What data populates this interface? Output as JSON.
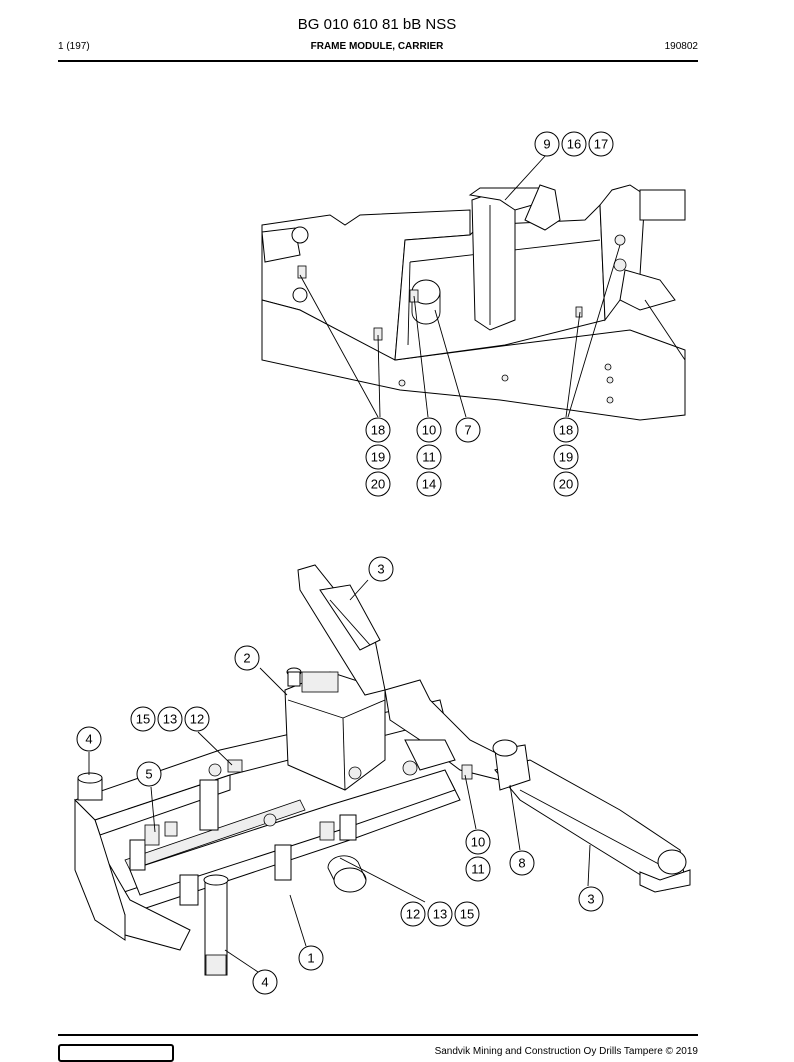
{
  "header": {
    "doc_code": "BG 010 610 81 bB NSS",
    "page": "1 (197)",
    "title": "FRAME MODULE, CARRIER",
    "date": "190802"
  },
  "callouts": {
    "c9": "9",
    "c16": "16",
    "c17": "17",
    "c18a": "18",
    "c19a": "19",
    "c20a": "20",
    "c10a": "10",
    "c11a": "11",
    "c14": "14",
    "c7": "7",
    "c18b": "18",
    "c19b": "19",
    "c20b": "20",
    "c3a": "3",
    "c2": "2",
    "c15a": "15",
    "c13a": "13",
    "c12a": "12",
    "c4a": "4",
    "c5": "5",
    "c10b": "10",
    "c11b": "11",
    "c8": "8",
    "c3b": "3",
    "c12b": "12",
    "c13b": "13",
    "c15b": "15",
    "c1": "1",
    "c4b": "4"
  },
  "footer": {
    "copyright": "Sandvik Mining and Construction Oy Drills Tampere © 2019"
  }
}
